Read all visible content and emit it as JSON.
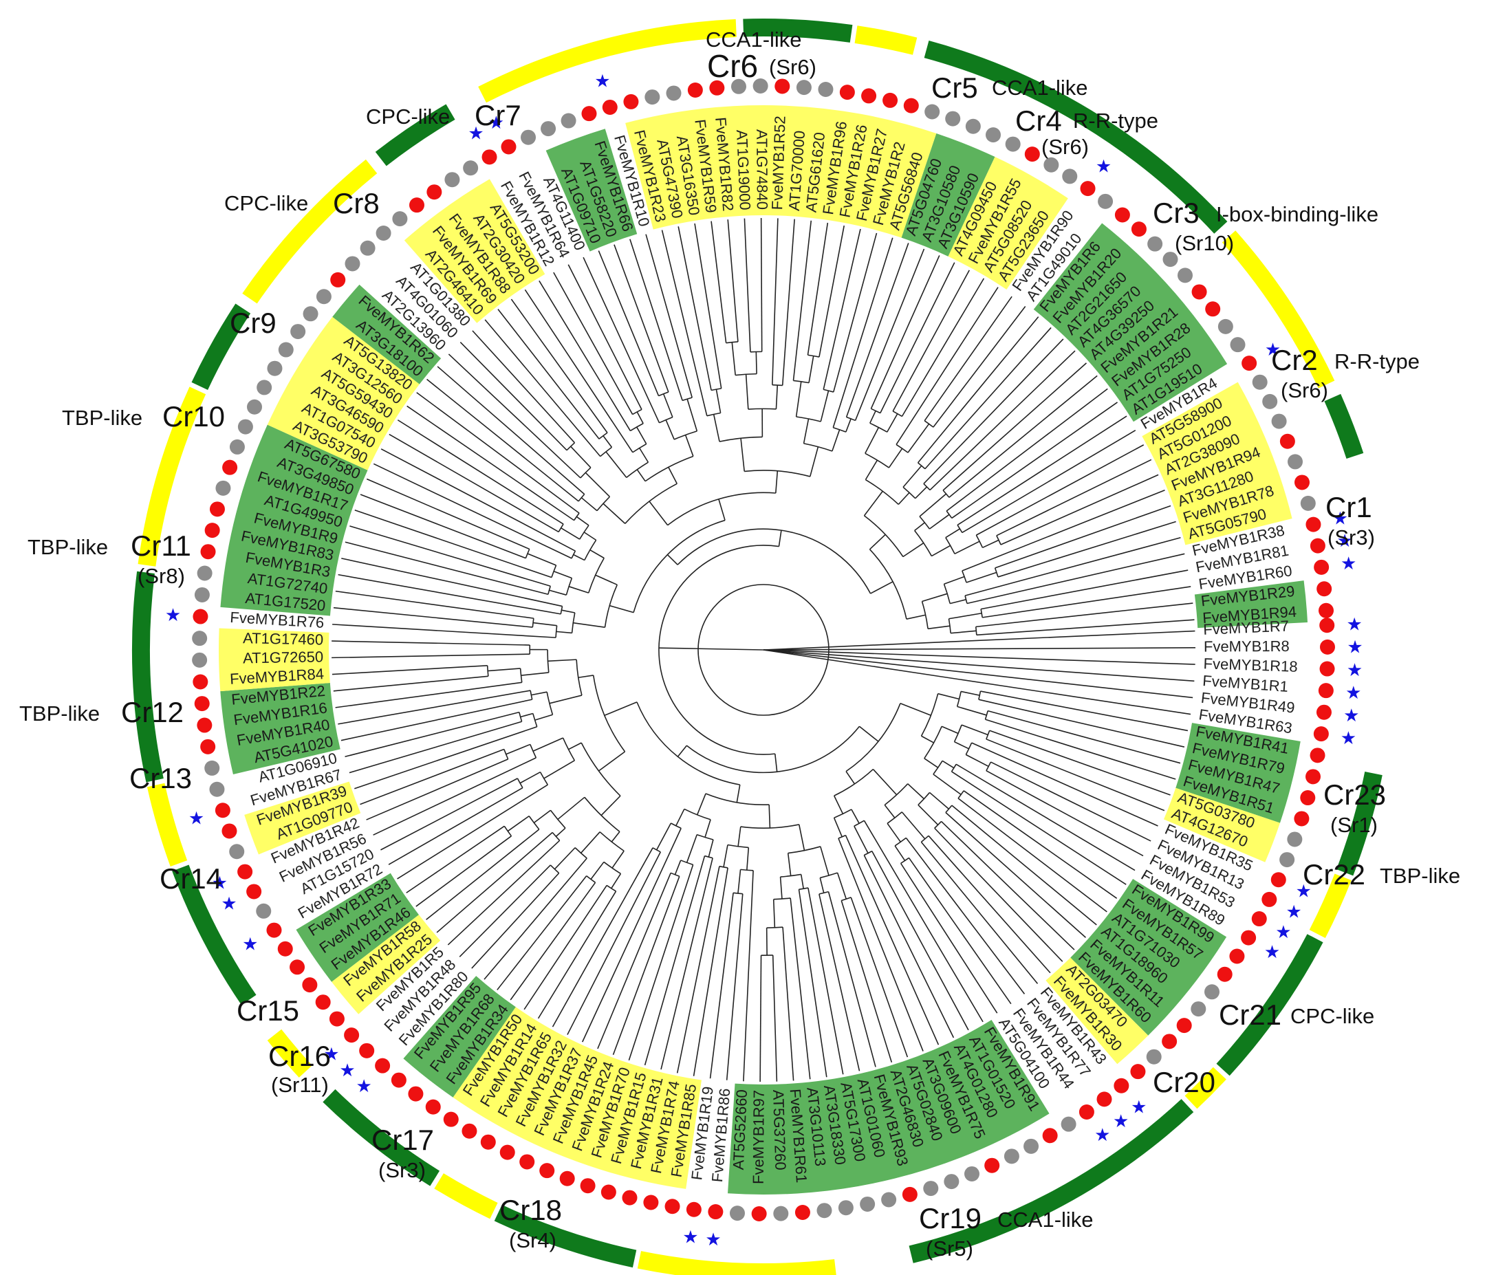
{
  "colors": {
    "green_band": "#0f7a1c",
    "yellow_band": "#ffff00",
    "green_highlight": "#5db35d",
    "yellow_highlight": "#ffff66",
    "dot_red": "#ee1111",
    "dot_gray": "#8c8c8c",
    "star_blue": "#1313e0",
    "branch": "#222222"
  },
  "clades": [
    {
      "id": "Cr1",
      "label": "Cr1",
      "subgroup": "(Sr3)",
      "category": "",
      "color": "green"
    },
    {
      "id": "Cr2",
      "label": "Cr2",
      "subgroup": "(Sr6)",
      "category": "R-R-type",
      "color": "yellow"
    },
    {
      "id": "Cr3",
      "label": "Cr3",
      "subgroup": "(Sr10)",
      "category": "I-box-binding-like",
      "color": "green"
    },
    {
      "id": "Cr4",
      "label": "Cr4",
      "subgroup": "(Sr6)",
      "category": "R-R-type",
      "color": "yellow"
    },
    {
      "id": "Cr5",
      "label": "Cr5",
      "subgroup": "",
      "category": "CCA1-like",
      "color": "green"
    },
    {
      "id": "Cr6",
      "label": "Cr6",
      "subgroup": "(Sr6)",
      "category": "CCA1-like",
      "color": "yellow"
    },
    {
      "id": "Cr7",
      "label": "Cr7",
      "subgroup": "",
      "category": "CPC-like",
      "color": "green"
    },
    {
      "id": "Cr8",
      "label": "Cr8",
      "subgroup": "",
      "category": "CPC-like",
      "color": "yellow"
    },
    {
      "id": "Cr9",
      "label": "Cr9",
      "subgroup": "",
      "category": "",
      "color": "green"
    },
    {
      "id": "Cr10",
      "label": "Cr10",
      "subgroup": "",
      "category": "TBP-like",
      "color": "yellow"
    },
    {
      "id": "Cr11",
      "label": "Cr11",
      "subgroup": "(Sr8)",
      "category": "TBP-like",
      "color": "green"
    },
    {
      "id": "Cr12",
      "label": "Cr12",
      "subgroup": "",
      "category": "TBP-like",
      "color": "yellow"
    },
    {
      "id": "Cr13",
      "label": "Cr13",
      "subgroup": "",
      "category": "",
      "color": "green"
    },
    {
      "id": "Cr14",
      "label": "Cr14",
      "subgroup": "",
      "category": "",
      "color": "yellow"
    },
    {
      "id": "Cr15",
      "label": "Cr15",
      "subgroup": "",
      "category": "",
      "color": "green"
    },
    {
      "id": "Cr16",
      "label": "Cr16",
      "subgroup": "(Sr11)",
      "category": "",
      "color": "yellow"
    },
    {
      "id": "Cr17",
      "label": "Cr17",
      "subgroup": "(Sr3)",
      "category": "",
      "color": "green"
    },
    {
      "id": "Cr18",
      "label": "Cr18",
      "subgroup": "(Sr4)",
      "category": "",
      "color": "yellow"
    },
    {
      "id": "Cr19",
      "label": "Cr19",
      "subgroup": "(Sr5)",
      "category": "CCA1-like",
      "color": "green"
    },
    {
      "id": "Cr20",
      "label": "Cr20",
      "subgroup": "",
      "category": "",
      "color": "yellow"
    },
    {
      "id": "Cr21",
      "label": "Cr21",
      "subgroup": "",
      "category": "CPC-like",
      "color": "green"
    },
    {
      "id": "Cr22",
      "label": "Cr22",
      "subgroup": "",
      "category": "TBP-like",
      "color": "yellow"
    },
    {
      "id": "Cr23",
      "label": "Cr23",
      "subgroup": "(Sr1)",
      "category": "",
      "color": "green"
    }
  ],
  "leaves": [
    {
      "name": "FveMYB1R7",
      "hl": "",
      "dot": "red",
      "star": true
    },
    {
      "name": "FveMYB1R8",
      "hl": "",
      "dot": "red",
      "star": true
    },
    {
      "name": "FveMYB1R18",
      "hl": "",
      "dot": "red",
      "star": true
    },
    {
      "name": "FveMYB1R1",
      "hl": "",
      "dot": "red",
      "star": true
    },
    {
      "name": "FveMYB1R49",
      "hl": "",
      "dot": "red",
      "star": true
    },
    {
      "name": "FveMYB1R63",
      "hl": "",
      "dot": "red",
      "star": true
    },
    {
      "name": "FveMYB1R41",
      "hl": "green",
      "dot": "red",
      "star": false
    },
    {
      "name": "FveMYB1R79",
      "hl": "green",
      "dot": "red",
      "star": false
    },
    {
      "name": "FveMYB1R47",
      "hl": "green",
      "dot": "red",
      "star": false
    },
    {
      "name": "FveMYB1R51",
      "hl": "green",
      "dot": "red",
      "star": false
    },
    {
      "name": "AT5G03780",
      "hl": "yellow",
      "dot": "gray",
      "star": false
    },
    {
      "name": "AT4G12670",
      "hl": "yellow",
      "dot": "gray",
      "star": false
    },
    {
      "name": "FveMYB1R35",
      "hl": "",
      "dot": "red",
      "star": true
    },
    {
      "name": "FveMYB1R13",
      "hl": "",
      "dot": "red",
      "star": true
    },
    {
      "name": "FveMYB1R53",
      "hl": "",
      "dot": "red",
      "star": true
    },
    {
      "name": "FveMYB1R89",
      "hl": "",
      "dot": "red",
      "star": true
    },
    {
      "name": "FveMYB1R99",
      "hl": "green",
      "dot": "red",
      "star": false
    },
    {
      "name": "FveMYB1R57",
      "hl": "green",
      "dot": "red",
      "star": false
    },
    {
      "name": "AT1G71030",
      "hl": "green",
      "dot": "gray",
      "star": false
    },
    {
      "name": "AT1G18960",
      "hl": "green",
      "dot": "gray",
      "star": false
    },
    {
      "name": "FveMYB1R11",
      "hl": "green",
      "dot": "red",
      "star": false
    },
    {
      "name": "FveMYB1R60",
      "hl": "green",
      "dot": "red",
      "star": false
    },
    {
      "name": "AT2G03470",
      "hl": "yellow",
      "dot": "gray",
      "star": false
    },
    {
      "name": "FveMYB1R30",
      "hl": "yellow",
      "dot": "red",
      "star": false
    },
    {
      "name": "FveMYB1R43",
      "hl": "",
      "dot": "red",
      "star": true
    },
    {
      "name": "FveMYB1R77",
      "hl": "",
      "dot": "red",
      "star": true
    },
    {
      "name": "FveMYB1R44",
      "hl": "",
      "dot": "red",
      "star": true
    },
    {
      "name": "AT5G04100",
      "hl": "",
      "dot": "gray",
      "star": false
    },
    {
      "name": "FveMYB1R91",
      "hl": "green",
      "dot": "red",
      "star": false
    },
    {
      "name": "AT1G01520",
      "hl": "green",
      "dot": "gray",
      "star": false
    },
    {
      "name": "AT4G01280",
      "hl": "green",
      "dot": "gray",
      "star": false
    },
    {
      "name": "FveMYB1R75",
      "hl": "green",
      "dot": "red",
      "star": false
    },
    {
      "name": "AT3G09600",
      "hl": "green",
      "dot": "gray",
      "star": false
    },
    {
      "name": "AT5G02840",
      "hl": "green",
      "dot": "gray",
      "star": false
    },
    {
      "name": "AT2G46830",
      "hl": "green",
      "dot": "gray",
      "star": false
    },
    {
      "name": "FveMYB1R93",
      "hl": "green",
      "dot": "red",
      "star": false
    },
    {
      "name": "AT1G01060",
      "hl": "green",
      "dot": "gray",
      "star": false
    },
    {
      "name": "AT5G17300",
      "hl": "green",
      "dot": "gray",
      "star": false
    },
    {
      "name": "AT3G18330",
      "hl": "green",
      "dot": "gray",
      "star": false
    },
    {
      "name": "AT3G10113",
      "hl": "green",
      "dot": "gray",
      "star": false
    },
    {
      "name": "FveMYB1R61",
      "hl": "green",
      "dot": "red",
      "star": false
    },
    {
      "name": "AT5G37260",
      "hl": "green",
      "dot": "gray",
      "star": false
    },
    {
      "name": "FveMYB1R97",
      "hl": "green",
      "dot": "red",
      "star": false
    },
    {
      "name": "AT5G52660",
      "hl": "green",
      "dot": "gray",
      "star": false
    },
    {
      "name": "FveMYB1R86",
      "hl": "",
      "dot": "red",
      "star": true
    },
    {
      "name": "FveMYB1R19",
      "hl": "",
      "dot": "red",
      "star": true
    },
    {
      "name": "FveMYB1R85",
      "hl": "yellow",
      "dot": "red",
      "star": false
    },
    {
      "name": "FveMYB1R74",
      "hl": "yellow",
      "dot": "red",
      "star": false
    },
    {
      "name": "FveMYB1R31",
      "hl": "yellow",
      "dot": "red",
      "star": false
    },
    {
      "name": "FveMYB1R15",
      "hl": "yellow",
      "dot": "red",
      "star": false
    },
    {
      "name": "FveMYB1R70",
      "hl": "yellow",
      "dot": "red",
      "star": false
    },
    {
      "name": "FveMYB1R24",
      "hl": "yellow",
      "dot": "red",
      "star": false
    },
    {
      "name": "FveMYB1R45",
      "hl": "yellow",
      "dot": "red",
      "star": false
    },
    {
      "name": "FveMYB1R37",
      "hl": "yellow",
      "dot": "red",
      "star": false
    },
    {
      "name": "FveMYB1R32",
      "hl": "yellow",
      "dot": "red",
      "star": false
    },
    {
      "name": "FveMYB1R65",
      "hl": "yellow",
      "dot": "red",
      "star": false
    },
    {
      "name": "FveMYB1R14",
      "hl": "yellow",
      "dot": "red",
      "star": false
    },
    {
      "name": "FveMYB1R50",
      "hl": "yellow",
      "dot": "red",
      "star": false
    },
    {
      "name": "FveMYB1R34",
      "hl": "green",
      "dot": "red",
      "star": false
    },
    {
      "name": "FveMYB1R68",
      "hl": "green",
      "dot": "red",
      "star": false
    },
    {
      "name": "FveMYB1R95",
      "hl": "green",
      "dot": "red",
      "star": false
    },
    {
      "name": "FveMYB1R80",
      "hl": "",
      "dot": "red",
      "star": true
    },
    {
      "name": "FveMYB1R48",
      "hl": "",
      "dot": "red",
      "star": true
    },
    {
      "name": "FveMYB1R5",
      "hl": "",
      "dot": "red",
      "star": true
    },
    {
      "name": "FveMYB1R25",
      "hl": "yellow",
      "dot": "red",
      "star": false
    },
    {
      "name": "FveMYB1R58",
      "hl": "yellow",
      "dot": "red",
      "star": false
    },
    {
      "name": "FveMYB1R46",
      "hl": "green",
      "dot": "red",
      "star": false
    },
    {
      "name": "FveMYB1R71",
      "hl": "green",
      "dot": "red",
      "star": false
    },
    {
      "name": "FveMYB1R33",
      "hl": "green",
      "dot": "red",
      "star": false
    },
    {
      "name": "FveMYB1R72",
      "hl": "",
      "dot": "red",
      "star": true
    },
    {
      "name": "AT1G15720",
      "hl": "",
      "dot": "gray",
      "star": false
    },
    {
      "name": "FveMYB1R56",
      "hl": "",
      "dot": "red",
      "star": true
    },
    {
      "name": "FveMYB1R42",
      "hl": "",
      "dot": "red",
      "star": true
    },
    {
      "name": "AT1G09770",
      "hl": "yellow",
      "dot": "gray",
      "star": false
    },
    {
      "name": "FveMYB1R39",
      "hl": "yellow",
      "dot": "red",
      "star": false
    },
    {
      "name": "FveMYB1R67",
      "hl": "",
      "dot": "red",
      "star": true
    },
    {
      "name": "AT1G06910",
      "hl": "",
      "dot": "gray",
      "star": false
    },
    {
      "name": "AT5G41020",
      "hl": "green",
      "dot": "gray",
      "star": false
    },
    {
      "name": "FveMYB1R40",
      "hl": "green",
      "dot": "red",
      "star": false
    },
    {
      "name": "FveMYB1R16",
      "hl": "green",
      "dot": "red",
      "star": false
    },
    {
      "name": "FveMYB1R22",
      "hl": "green",
      "dot": "red",
      "star": false
    },
    {
      "name": "FveMYB1R84",
      "hl": "yellow",
      "dot": "red",
      "star": false
    },
    {
      "name": "AT1G72650",
      "hl": "yellow",
      "dot": "gray",
      "star": false
    },
    {
      "name": "AT1G17460",
      "hl": "yellow",
      "dot": "gray",
      "star": false
    },
    {
      "name": "FveMYB1R76",
      "hl": "",
      "dot": "red",
      "star": true
    },
    {
      "name": "AT1G17520",
      "hl": "green",
      "dot": "gray",
      "star": false
    },
    {
      "name": "AT1G72740",
      "hl": "green",
      "dot": "gray",
      "star": false
    },
    {
      "name": "FveMYB1R3",
      "hl": "green",
      "dot": "red",
      "star": false
    },
    {
      "name": "FveMYB1R83",
      "hl": "green",
      "dot": "red",
      "star": false
    },
    {
      "name": "FveMYB1R9",
      "hl": "green",
      "dot": "red",
      "star": false
    },
    {
      "name": "AT1G49950",
      "hl": "green",
      "dot": "gray",
      "star": false
    },
    {
      "name": "FveMYB1R17",
      "hl": "green",
      "dot": "red",
      "star": false
    },
    {
      "name": "AT3G49850",
      "hl": "green",
      "dot": "gray",
      "star": false
    },
    {
      "name": "AT5G67580",
      "hl": "green",
      "dot": "gray",
      "star": false
    },
    {
      "name": "AT3G53790",
      "hl": "yellow",
      "dot": "gray",
      "star": false
    },
    {
      "name": "AT1G07540",
      "hl": "yellow",
      "dot": "gray",
      "star": false
    },
    {
      "name": "AT3G46590",
      "hl": "yellow",
      "dot": "gray",
      "star": false
    },
    {
      "name": "AT5G59430",
      "hl": "yellow",
      "dot": "gray",
      "star": false
    },
    {
      "name": "AT3G12560",
      "hl": "yellow",
      "dot": "gray",
      "star": false
    },
    {
      "name": "AT5G13820",
      "hl": "yellow",
      "dot": "gray",
      "star": false
    },
    {
      "name": "AT3G18100",
      "hl": "green",
      "dot": "gray",
      "star": false
    },
    {
      "name": "FveMYB1R62",
      "hl": "green",
      "dot": "red",
      "star": false
    },
    {
      "name": "AT2G13960",
      "hl": "",
      "dot": "gray",
      "star": false
    },
    {
      "name": "AT4G01060",
      "hl": "",
      "dot": "gray",
      "star": false
    },
    {
      "name": "AT1G01380",
      "hl": "",
      "dot": "gray",
      "star": false
    },
    {
      "name": "AT2G46410",
      "hl": "yellow",
      "dot": "gray",
      "star": false
    },
    {
      "name": "FveMYB1R69",
      "hl": "yellow",
      "dot": "red",
      "star": false
    },
    {
      "name": "FveMYB1R88",
      "hl": "yellow",
      "dot": "red",
      "star": false
    },
    {
      "name": "AT2G30420",
      "hl": "yellow",
      "dot": "gray",
      "star": false
    },
    {
      "name": "AT5G53200",
      "hl": "yellow",
      "dot": "gray",
      "star": false
    },
    {
      "name": "FveMYB1R12",
      "hl": "",
      "dot": "red",
      "star": true
    },
    {
      "name": "FveMYB1R64",
      "hl": "",
      "dot": "red",
      "star": true
    },
    {
      "name": "AT4G11400",
      "hl": "",
      "dot": "gray",
      "star": false
    },
    {
      "name": "AT1G09710",
      "hl": "green",
      "dot": "gray",
      "star": false
    },
    {
      "name": "AT1G58220",
      "hl": "green",
      "dot": "gray",
      "star": false
    },
    {
      "name": "FveMYB1R66",
      "hl": "green",
      "dot": "red",
      "star": false
    },
    {
      "name": "FveMYB1R10",
      "hl": "",
      "dot": "red",
      "star": true
    },
    {
      "name": "FveMYB1R23",
      "hl": "yellow",
      "dot": "red",
      "star": false
    },
    {
      "name": "AT5G47390",
      "hl": "yellow",
      "dot": "gray",
      "star": false
    },
    {
      "name": "AT3G16350",
      "hl": "yellow",
      "dot": "gray",
      "star": false
    },
    {
      "name": "FveMYB1R59",
      "hl": "yellow",
      "dot": "red",
      "star": false
    },
    {
      "name": "FveMYB1R82",
      "hl": "yellow",
      "dot": "red",
      "star": false
    },
    {
      "name": "AT1G19000",
      "hl": "yellow",
      "dot": "gray",
      "star": false
    },
    {
      "name": "AT1G74840",
      "hl": "yellow",
      "dot": "gray",
      "star": false
    },
    {
      "name": "FveMYB1R52",
      "hl": "yellow",
      "dot": "red",
      "star": false
    },
    {
      "name": "AT1G70000",
      "hl": "yellow",
      "dot": "gray",
      "star": false
    },
    {
      "name": "AT5G61620",
      "hl": "yellow",
      "dot": "gray",
      "star": false
    },
    {
      "name": "FveMYB1R96",
      "hl": "yellow",
      "dot": "red",
      "star": false
    },
    {
      "name": "FveMYB1R26",
      "hl": "yellow",
      "dot": "red",
      "star": false
    },
    {
      "name": "FveMYB1R27",
      "hl": "yellow",
      "dot": "red",
      "star": false
    },
    {
      "name": "FveMYB1R2",
      "hl": "yellow",
      "dot": "red",
      "star": false
    },
    {
      "name": "AT5G56840",
      "hl": "yellow",
      "dot": "gray",
      "star": false
    },
    {
      "name": "AT5G04760",
      "hl": "green",
      "dot": "gray",
      "star": false
    },
    {
      "name": "AT3G10580",
      "hl": "green",
      "dot": "gray",
      "star": false
    },
    {
      "name": "AT3G10590",
      "hl": "green",
      "dot": "gray",
      "star": false
    },
    {
      "name": "AT4G09450",
      "hl": "yellow",
      "dot": "gray",
      "star": false
    },
    {
      "name": "FveMYB1R55",
      "hl": "yellow",
      "dot": "red",
      "star": false
    },
    {
      "name": "AT5G08520",
      "hl": "yellow",
      "dot": "gray",
      "star": false
    },
    {
      "name": "AT5G23650",
      "hl": "yellow",
      "dot": "gray",
      "star": false
    },
    {
      "name": "FveMYB1R90",
      "hl": "",
      "dot": "red",
      "star": true
    },
    {
      "name": "AT1G49010",
      "hl": "",
      "dot": "gray",
      "star": false
    },
    {
      "name": "FveMYB1R6",
      "hl": "green",
      "dot": "red",
      "star": false
    },
    {
      "name": "FveMYB1R20",
      "hl": "green",
      "dot": "red",
      "star": false
    },
    {
      "name": "AT2G21650",
      "hl": "green",
      "dot": "gray",
      "star": false
    },
    {
      "name": "AT4G36570",
      "hl": "green",
      "dot": "gray",
      "star": false
    },
    {
      "name": "AT4G39250",
      "hl": "green",
      "dot": "gray",
      "star": false
    },
    {
      "name": "FveMYB1R21",
      "hl": "green",
      "dot": "red",
      "star": false
    },
    {
      "name": "FveMYB1R28",
      "hl": "green",
      "dot": "red",
      "star": false
    },
    {
      "name": "AT1G75250",
      "hl": "green",
      "dot": "gray",
      "star": false
    },
    {
      "name": "AT1G19510",
      "hl": "green",
      "dot": "gray",
      "star": false
    },
    {
      "name": "FveMYB1R4",
      "hl": "",
      "dot": "red",
      "star": true
    },
    {
      "name": "AT5G58900",
      "hl": "yellow",
      "dot": "gray",
      "star": false
    },
    {
      "name": "AT5G01200",
      "hl": "yellow",
      "dot": "gray",
      "star": false
    },
    {
      "name": "AT2G38090",
      "hl": "yellow",
      "dot": "gray",
      "star": false
    },
    {
      "name": "FveMYB1R94",
      "hl": "yellow",
      "dot": "red",
      "star": false
    },
    {
      "name": "AT3G11280",
      "hl": "yellow",
      "dot": "gray",
      "star": false
    },
    {
      "name": "FveMYB1R78",
      "hl": "yellow",
      "dot": "red",
      "star": false
    },
    {
      "name": "AT5G05790",
      "hl": "yellow",
      "dot": "gray",
      "star": false
    },
    {
      "name": "FveMYB1R38",
      "hl": "",
      "dot": "red",
      "star": true
    },
    {
      "name": "FveMYB1R81",
      "hl": "",
      "dot": "red",
      "star": true
    },
    {
      "name": "FveMYB1R60",
      "hl": "",
      "dot": "red",
      "star": true
    },
    {
      "name": "FveMYB1R29",
      "hl": "green",
      "dot": "red",
      "star": false
    },
    {
      "name": "FveMYB1R94",
      "hl": "green",
      "dot": "red",
      "star": false
    }
  ]
}
